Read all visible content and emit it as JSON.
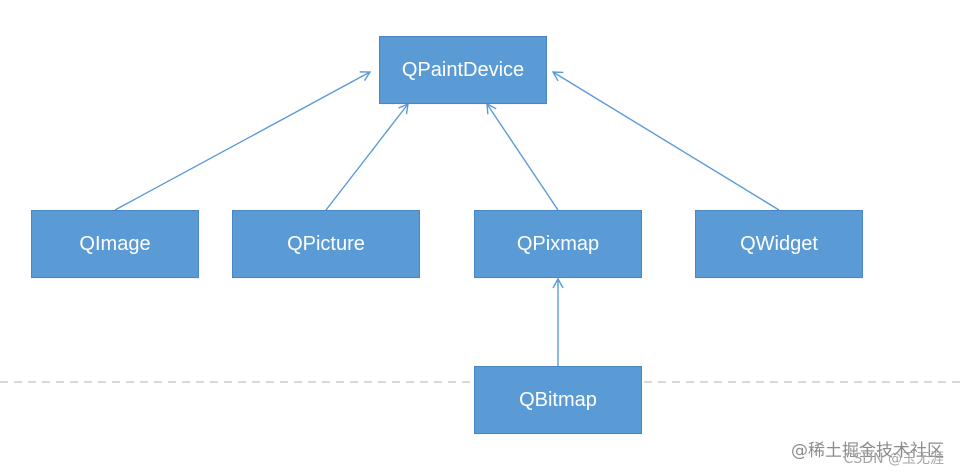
{
  "colors": {
    "node_fill": "#5b9bd5",
    "node_border": "#4a86c2",
    "arrow": "#5b9bd5",
    "separator": "#b0b0b0",
    "node_text": "#ffffff"
  },
  "nodes": {
    "qpaintdevice": {
      "label": "QPaintDevice"
    },
    "qimage": {
      "label": "QImage"
    },
    "qpicture": {
      "label": "QPicture"
    },
    "qpixmap": {
      "label": "QPixmap"
    },
    "qwidget": {
      "label": "QWidget"
    },
    "qbitmap": {
      "label": "QBitmap"
    }
  },
  "edges": [
    {
      "from": "qimage",
      "to": "qpaintdevice"
    },
    {
      "from": "qpicture",
      "to": "qpaintdevice"
    },
    {
      "from": "qpixmap",
      "to": "qpaintdevice"
    },
    {
      "from": "qwidget",
      "to": "qpaintdevice"
    },
    {
      "from": "qbitmap",
      "to": "qpixmap"
    }
  ],
  "watermark": {
    "juejin": "@稀土掘金技术社区",
    "csdn": "CSDN @玉无涯"
  }
}
